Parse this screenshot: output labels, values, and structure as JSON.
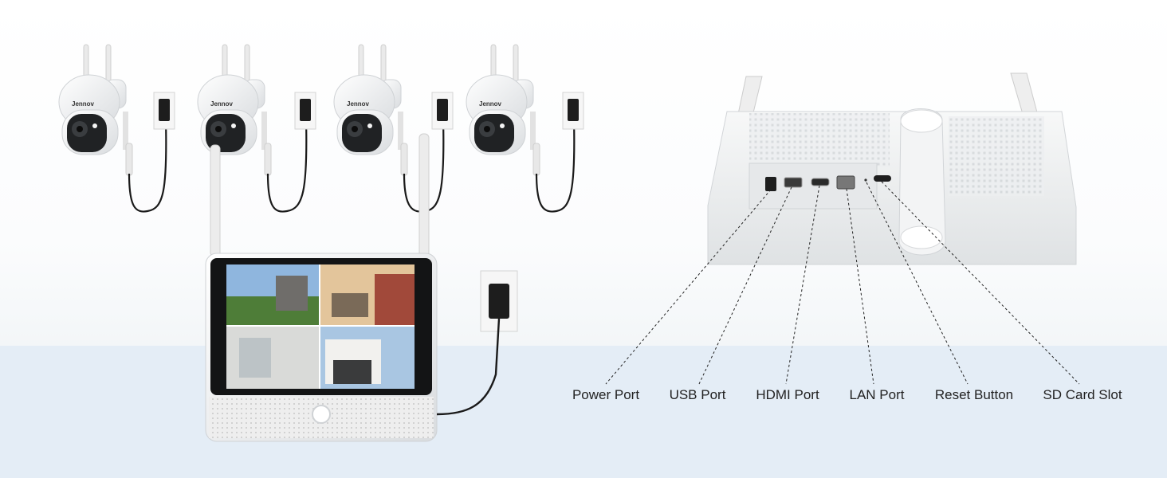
{
  "brand": {
    "camera_logo": "Jennov",
    "logo_icon": "jennov-logo-icon"
  },
  "cameras": [
    {
      "name": "camera-1"
    },
    {
      "name": "camera-2"
    },
    {
      "name": "camera-3"
    },
    {
      "name": "camera-4"
    }
  ],
  "ports": [
    {
      "label": "Power Port"
    },
    {
      "label": "USB Port"
    },
    {
      "label": "HDMI Port"
    },
    {
      "label": "LAN Port"
    },
    {
      "label": "Reset Button"
    },
    {
      "label": "SD Card Slot"
    }
  ],
  "colors": {
    "device_white": "#f2f3f4",
    "bottom_band": "#e4edf6",
    "cable_black": "#1a1a1a",
    "lens_dark": "#222222"
  }
}
